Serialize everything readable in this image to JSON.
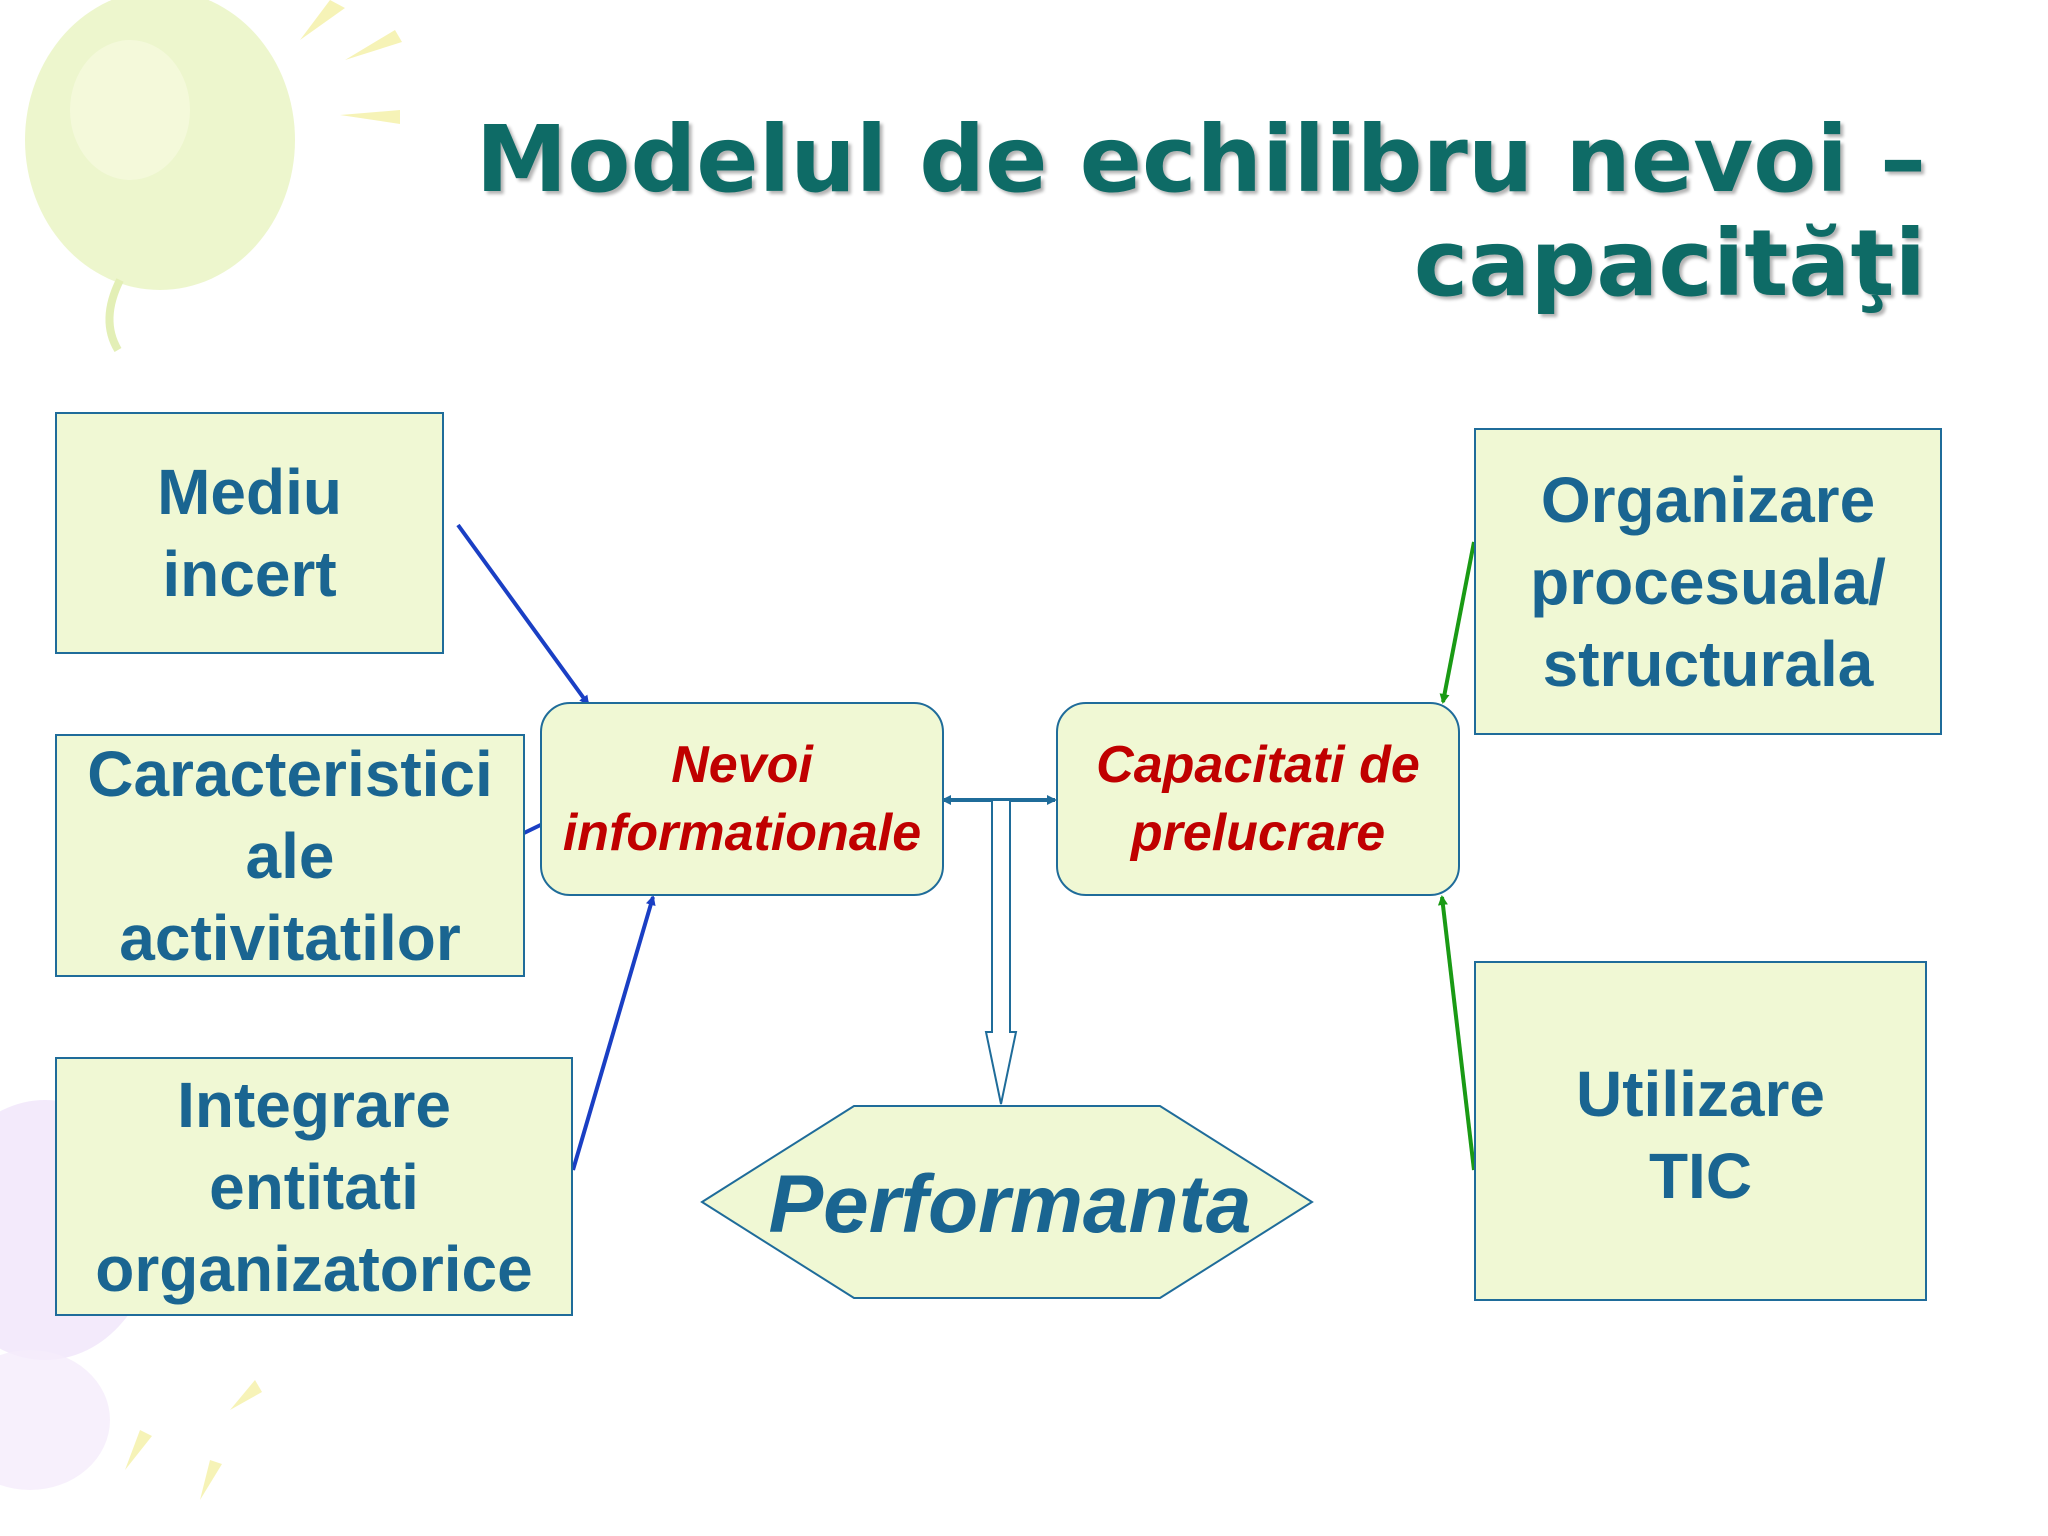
{
  "title": {
    "line1": "Modelul de echilibru nevoi –",
    "line2": "capacităţi"
  },
  "boxes": {
    "mediu": [
      "Mediu",
      "incert"
    ],
    "caracteristici": [
      "Caracteristici",
      "ale",
      "activitatilor"
    ],
    "integrare": [
      "Integrare",
      "entitati",
      "organizatorice"
    ],
    "organizare": [
      "Organizare",
      "procesuala/",
      "structurala"
    ],
    "utilizare": [
      "Utilizare",
      "TIC"
    ]
  },
  "center": {
    "nevoi": [
      "Nevoi",
      "informationale"
    ],
    "capacitati": [
      "Capacitati de",
      "prelucrare"
    ]
  },
  "performanta": "Performanta",
  "colors": {
    "title": "#0e6b66",
    "box_fill": "#f0f8d4",
    "box_border": "#1f6c9a",
    "box_text": "#1a6591",
    "center_text": "#c00000",
    "arrow_left": "#1a3fc4",
    "arrow_right": "#1a9a14",
    "arrow_center": "#1f6c9a"
  }
}
